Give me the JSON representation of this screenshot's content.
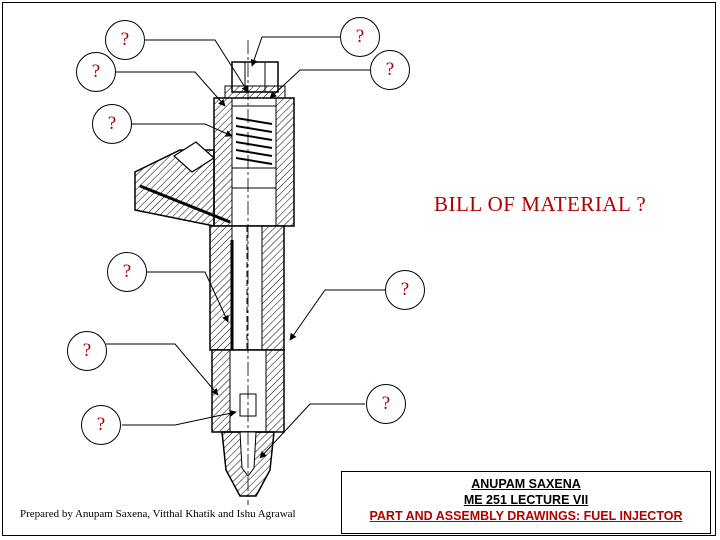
{
  "diagram": {
    "callout_text": "?",
    "callouts": [
      {
        "id": "c1",
        "label": "?"
      },
      {
        "id": "c2",
        "label": "?"
      },
      {
        "id": "c3",
        "label": "?"
      },
      {
        "id": "c4",
        "label": "?"
      },
      {
        "id": "c5",
        "label": "?"
      },
      {
        "id": "c6",
        "label": "?"
      },
      {
        "id": "c7",
        "label": "?"
      },
      {
        "id": "c8",
        "label": "?"
      },
      {
        "id": "c9",
        "label": "?"
      },
      {
        "id": "c10",
        "label": "?"
      }
    ],
    "bill_of_material": "BILL  OF  MATERIAL ?",
    "accent_color": "#b00000"
  },
  "footer": {
    "credit": "Prepared by Anupam Saxena, Vitthal Khatik and Ishu Agrawal",
    "title_block": {
      "author": "ANUPAM SAXENA",
      "course": "ME 251 LECTURE VII",
      "subject": "PART AND ASSEMBLY DRAWINGS: FUEL INJECTOR"
    }
  }
}
